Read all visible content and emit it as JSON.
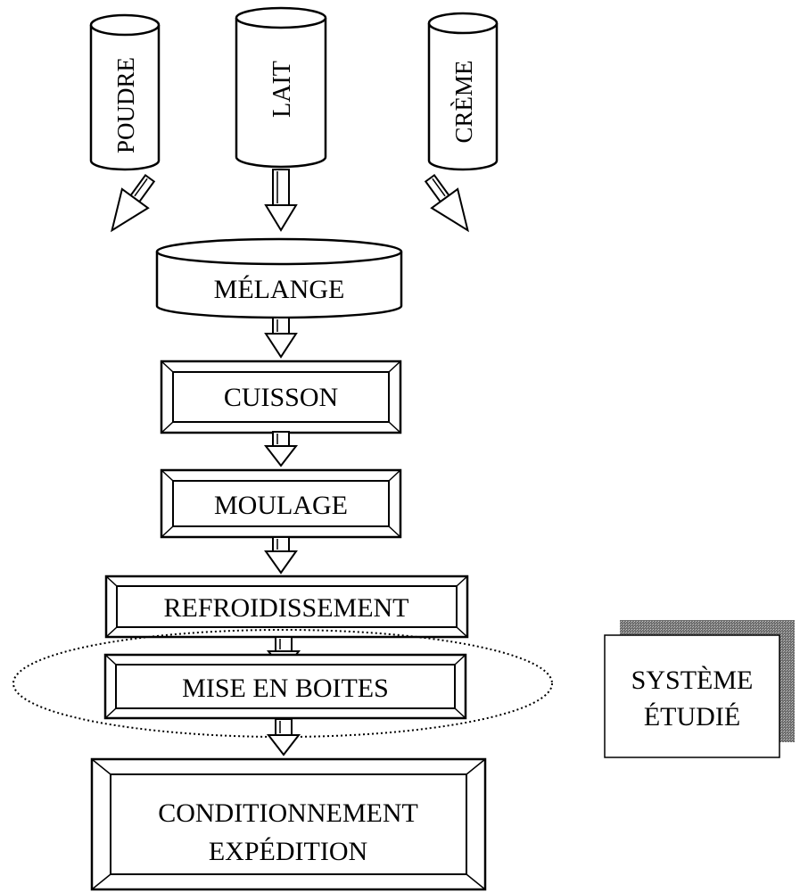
{
  "inputs": {
    "poudre": "POUDRE",
    "lait": "LAIT",
    "creme": "CRÈME"
  },
  "steps": {
    "melange": "MÉLANGE",
    "cuisson": "CUISSON",
    "moulage": "MOULAGE",
    "refroidissement": "REFROIDISSEMENT",
    "mise_en_boites": "MISE EN BOITES",
    "conditionnement_line1": "CONDITIONNEMENT",
    "conditionnement_line2": "EXPÉDITION"
  },
  "legend": {
    "line1": "SYSTÈME",
    "line2": "ÉTUDIÉ"
  },
  "colors": {
    "stroke": "#000000",
    "background": "#ffffff",
    "shadow": "#8a8a8a"
  }
}
